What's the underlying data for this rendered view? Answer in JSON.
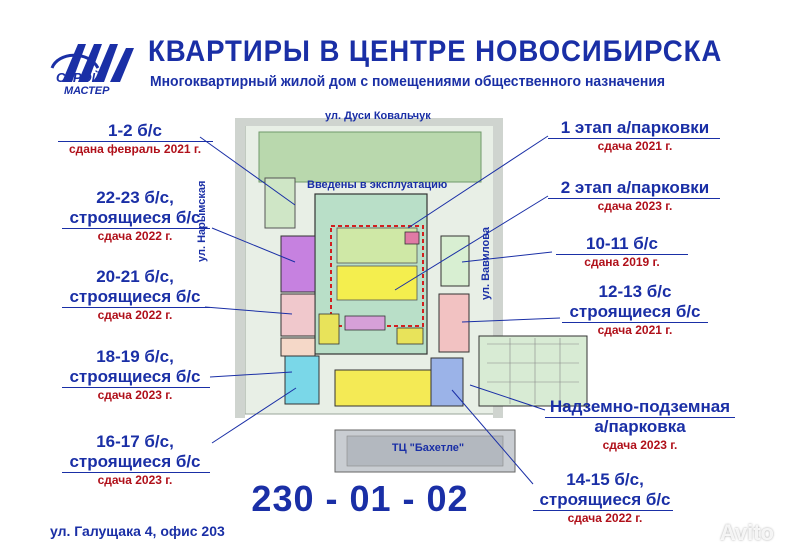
{
  "header": {
    "title": "КВАРТИРЫ  В  ЦЕНТРЕ НОВОСИБИРСКА",
    "subtitle": "Многоквартирный жилой дом с помещениями общественного назначения"
  },
  "logo": {
    "top_text": "СТРОЙ",
    "bottom_text": "МАСТЕР"
  },
  "streets": {
    "north": "ул. Дуси Ковальчук",
    "west": "ул. Нарымская",
    "east": "ул. Вавилова"
  },
  "plan": {
    "commissioned_label": "Введены в эксплуатацию",
    "mall_label": "ТЦ \"Бахетле\""
  },
  "labels_left": [
    {
      "title": "1-2 б/с",
      "status": "сдана  февраль 2021 г."
    },
    {
      "title": "22-23 б/с,",
      "title2": "строящиеся б/с",
      "status": "сдача 2022 г."
    },
    {
      "title": "20-21 б/с,",
      "title2": "строящиеся б/с",
      "status": "сдача 2022 г."
    },
    {
      "title": "18-19 б/с,",
      "title2": "строящиеся б/с",
      "status": "сдача 2023 г."
    },
    {
      "title": "16-17 б/с,",
      "title2": "строящиеся б/с",
      "status": "сдача 2023 г."
    }
  ],
  "labels_right": [
    {
      "title": "1 этап а/парковки",
      "status": "сдача 2021 г."
    },
    {
      "title": "2 этап а/парковки",
      "status": "сдача 2023 г."
    },
    {
      "title": "10-11 б/с",
      "status": "сдана 2019 г."
    },
    {
      "title": "12-13 б/с",
      "title2": "строящиеся б/с",
      "status": "сдача  2021 г."
    },
    {
      "title": "Надземно-подземная",
      "title2": "а/парковка",
      "status": "сдача 2023 г."
    },
    {
      "title": "14-15 б/с,",
      "title2": "строящиеся б/с",
      "status": "сдача 2022 г."
    }
  ],
  "contact": {
    "phone": "230 - 01 - 02",
    "address": "ул. Галущака 4, офис 203"
  },
  "watermark": "Avito",
  "colors": {
    "brand_blue": "#1a2fa6",
    "status_red": "#b0101a"
  }
}
